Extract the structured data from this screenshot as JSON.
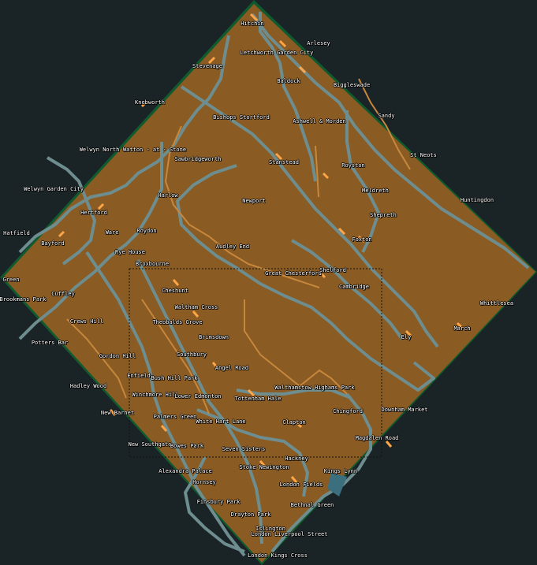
{
  "map": {
    "background_color": "#1a2326",
    "land_color": "#8a5b22",
    "rail_color": "#6e8d8f",
    "track_highlight_color": "#ffa546",
    "water_color": "#3b6f7e"
  },
  "towns": [
    {
      "name": "Hitchin"
    },
    {
      "name": "Arlesey"
    },
    {
      "name": "Letchworth Garden City"
    },
    {
      "name": "Stevenage"
    },
    {
      "name": "Baldock"
    },
    {
      "name": "Biggleswade"
    },
    {
      "name": "Knebworth"
    },
    {
      "name": "Bishops Stortford"
    },
    {
      "name": "Ashwell & Morden"
    },
    {
      "name": "Sandy"
    },
    {
      "name": "Welwyn North"
    },
    {
      "name": "Watton - at - Stone"
    },
    {
      "name": "Sawbridgeworth"
    },
    {
      "name": "Stanstead"
    },
    {
      "name": "Royston"
    },
    {
      "name": "St Neots"
    },
    {
      "name": "Welwyn Garden City"
    },
    {
      "name": "Harlow"
    },
    {
      "name": "Meldreth"
    },
    {
      "name": "Newport"
    },
    {
      "name": "Huntingdon"
    },
    {
      "name": "Hertford"
    },
    {
      "name": "Shepreth"
    },
    {
      "name": "Hatfield"
    },
    {
      "name": "Ware"
    },
    {
      "name": "Roydon"
    },
    {
      "name": "Foxton"
    },
    {
      "name": "Bayford"
    },
    {
      "name": "Audley End"
    },
    {
      "name": "Rye House"
    },
    {
      "name": "Broxbourne"
    },
    {
      "name": "Great Chesterford"
    },
    {
      "name": "Shelford"
    },
    {
      "name": "Green"
    },
    {
      "name": "Cambridge"
    },
    {
      "name": "Cheshunt"
    },
    {
      "name": "Cuffley"
    },
    {
      "name": "Brookmans Park"
    },
    {
      "name": "Whittlesea"
    },
    {
      "name": "Waltham Cross"
    },
    {
      "name": "Crews Hill"
    },
    {
      "name": "Theobalds Grove"
    },
    {
      "name": "March"
    },
    {
      "name": "Brimsdown"
    },
    {
      "name": "Potters Bar"
    },
    {
      "name": "Ely"
    },
    {
      "name": "Southbury"
    },
    {
      "name": "Gordon Hill"
    },
    {
      "name": "Angel Road"
    },
    {
      "name": "Enfield"
    },
    {
      "name": "Bush Hill Park"
    },
    {
      "name": "Hadley Wood"
    },
    {
      "name": "Walthamstow Highams Park"
    },
    {
      "name": "Winchmore Hill"
    },
    {
      "name": "Lower Edmonton"
    },
    {
      "name": "Tottenham Hale"
    },
    {
      "name": "Downham Market"
    },
    {
      "name": "New Barnet"
    },
    {
      "name": "Chingford"
    },
    {
      "name": "Palmers Green"
    },
    {
      "name": "White Hart Lane"
    },
    {
      "name": "Clapton"
    },
    {
      "name": "Magdalen Road"
    },
    {
      "name": "New Southgate"
    },
    {
      "name": "Bowes Park"
    },
    {
      "name": "Seven Sisters"
    },
    {
      "name": "Hackney"
    },
    {
      "name": "Alexandra Palace"
    },
    {
      "name": "Stoke Newington"
    },
    {
      "name": "Kings Lynn"
    },
    {
      "name": "Hornsey"
    },
    {
      "name": "London Fields"
    },
    {
      "name": "Finsbury Park"
    },
    {
      "name": "Bethnal Green"
    },
    {
      "name": "Drayton Park"
    },
    {
      "name": "Islington"
    },
    {
      "name": "London Liverpool Street"
    },
    {
      "name": "London Kings Cross"
    }
  ]
}
